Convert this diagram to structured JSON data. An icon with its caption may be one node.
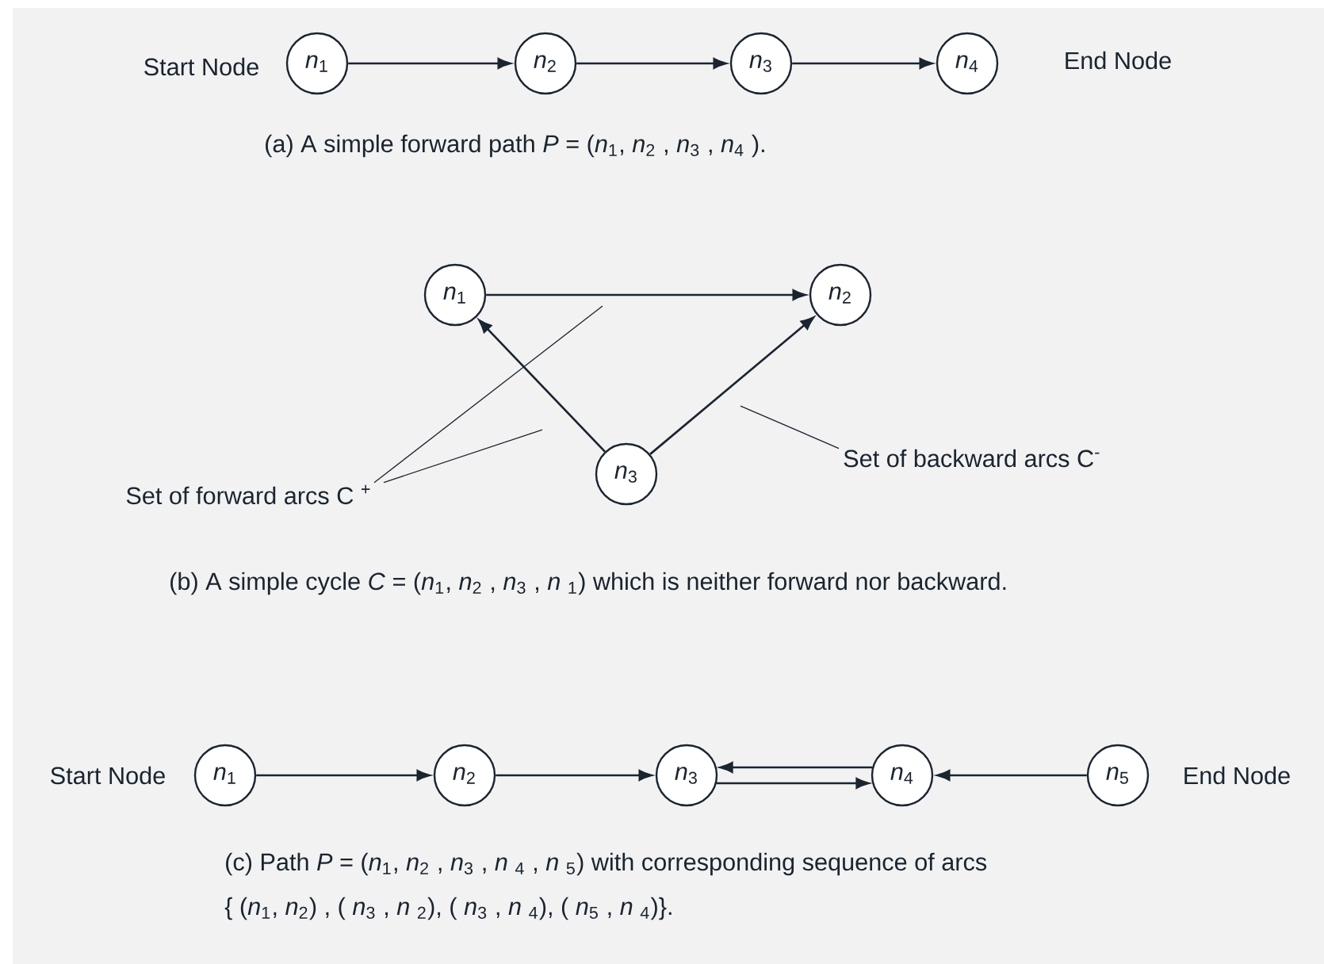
{
  "diagram": {
    "nodes": [
      {
        "text": [
          "*n*$_{1}$"
        ]
      },
      {
        "text": [
          "*n*$_{2}$"
        ]
      },
      {
        "text": [
          "*n*$_{3}$"
        ]
      },
      {
        "text": [
          "*n*$_{4}$"
        ]
      },
      {
        "text": [
          "*n*$_{1}$"
        ]
      },
      {
        "text": [
          "*n*$_{2}$"
        ]
      },
      {
        "text": [
          "*n*$_{3}$"
        ]
      },
      {
        "text": [
          "Set of forward arcs C $^{+}$"
        ]
      },
      {
        "text": [
          "Set of backward arcs C$^{-}$"
        ]
      },
      {
        "text": [
          "*n*$_{1}$"
        ]
      },
      {
        "text": [
          "*n*$_{2}$"
        ]
      },
      {
        "text": [
          "*n*$_{3}$"
        ]
      },
      {
        "text": [
          "*n*$_{4}$"
        ]
      },
      {
        "text": [
          "*n*$_{5}$"
        ]
      }
    ],
    "edges": [
      {
        "from": 0,
        "to": 1,
        "arrow": "to"
      },
      {
        "from": 1,
        "to": 2,
        "arrow": "to"
      },
      {
        "from": 2,
        "to": 3,
        "arrow": "to"
      },
      {
        "from": 4,
        "to": 5,
        "arrow": "to"
      },
      {
        "from": 6,
        "to": 4,
        "arrow": "to"
      },
      {
        "from": 6,
        "to": 5,
        "arrow": "to"
      },
      {
        "from": 7,
        "to": null,
        "arrow": "none"
      },
      {
        "from": 7,
        "to": null,
        "arrow": "none"
      },
      {
        "from": 8,
        "to": null,
        "arrow": "none"
      },
      {
        "from": 9,
        "to": 10,
        "arrow": "to"
      },
      {
        "from": 10,
        "to": 11,
        "arrow": "to"
      },
      {
        "from": 12,
        "to": 11,
        "arrow": "to"
      },
      {
        "from": 11,
        "to": 12,
        "arrow": "to"
      },
      {
        "from": 13,
        "to": 12,
        "arrow": "to"
      }
    ],
    "labels": [
      "Start Node",
      "End Node",
      "(a)  A simple forward path *P* = (*n*$_{1}$, *n*$_{2}$ , *n*$_{3}$ , *n*$_{4}$ ).",
      "(b)  A simple cycle *C* = (*n*$_{1}$, *n*$_{2}$ , *n*$_{3}$ , *n* $_{1}$) which is neither forward nor backward.",
      "Start Node",
      "End Node",
      "(c) Path *P* = (*n*$_{1}$, *n*$_{2}$ , *n*$_{3}$ , *n* $_{4}$ , *n* $_{5}$) with corresponding sequence of arcs",
      "{ (*n*$_{1}$, *n*$_{2}$) , ( *n*$_{3}$ , *n* $_{2}$),  ( *n*$_{3}$ , *n* $_{4}$), ( *n*$_{5}$ , *n* $_{4}$)}."
    ]
  }
}
